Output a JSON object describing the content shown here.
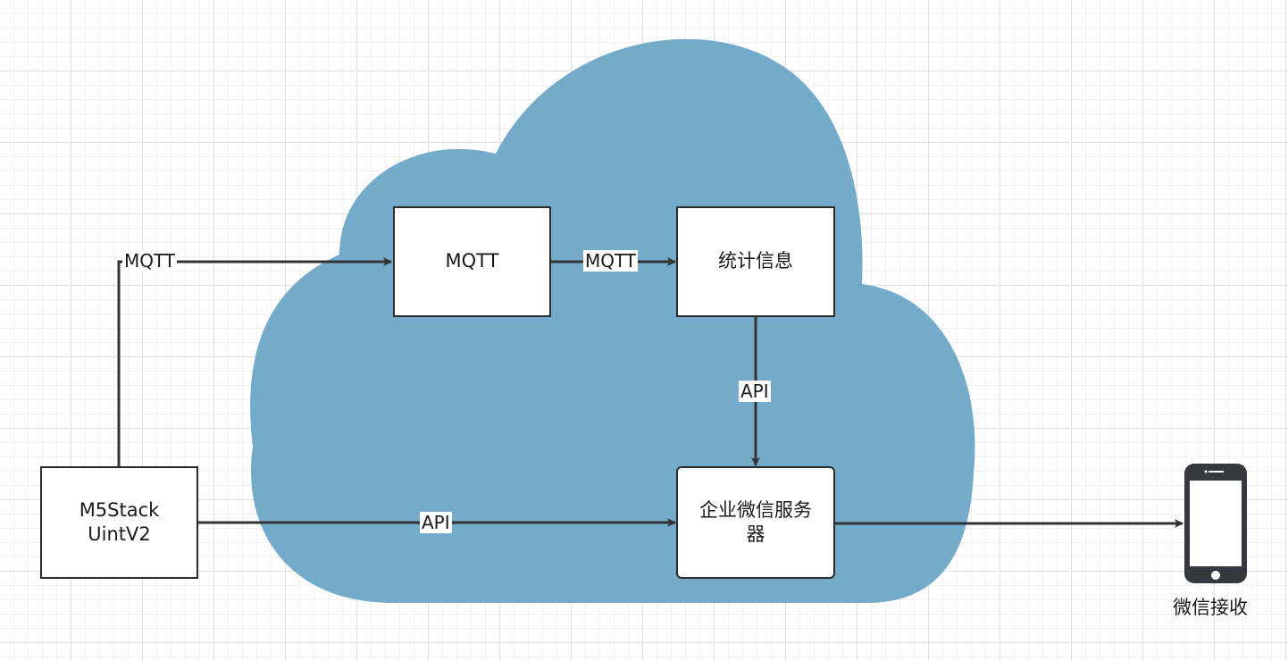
{
  "nodes": {
    "m5stack": "M5Stack\nUintV2",
    "mqtt": "MQTT",
    "stats": "统计信息",
    "wechat_server": "企业微信服务\n器",
    "phone_caption": "微信接收"
  },
  "edges": {
    "m5_to_mqtt": "MQTT",
    "mqtt_to_stats": "MQTT",
    "stats_to_server": "API",
    "m5_to_server": "API"
  },
  "colors": {
    "cloud": "#74abcb",
    "line": "#333333",
    "phone": "#34383f"
  },
  "icons": {
    "cloud": "cloud-icon",
    "phone": "phone-icon"
  }
}
